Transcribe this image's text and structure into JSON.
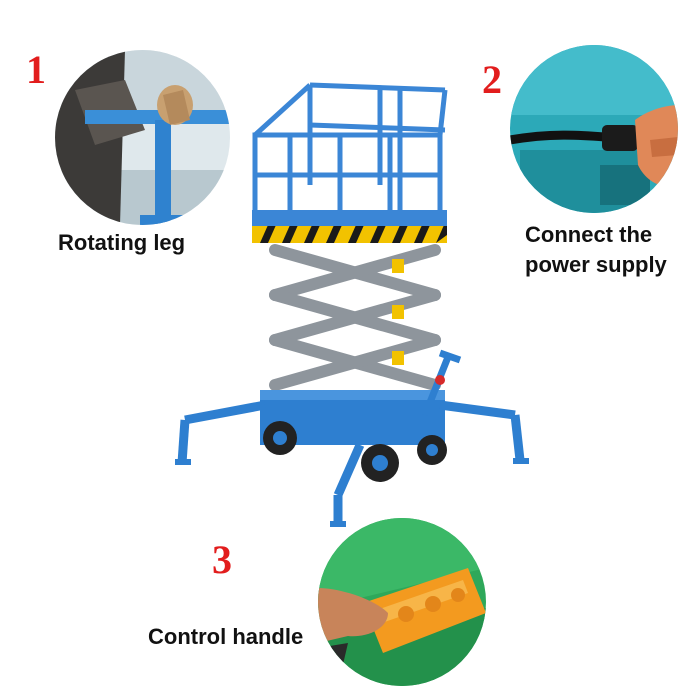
{
  "callouts": [
    {
      "number": "1",
      "label": "Rotating leg"
    },
    {
      "number": "2",
      "label_line1": "Connect the",
      "label_line2": "power supply"
    },
    {
      "number": "3",
      "label": "Control handle"
    }
  ],
  "colors": {
    "number_red": "#e21d1d",
    "lift_blue": "#2e7fd0",
    "scissor_grey": "#8e959c",
    "warning_yellow": "#f2c200",
    "handle_orange": "#f39a1f",
    "wheel_black": "#222222"
  }
}
